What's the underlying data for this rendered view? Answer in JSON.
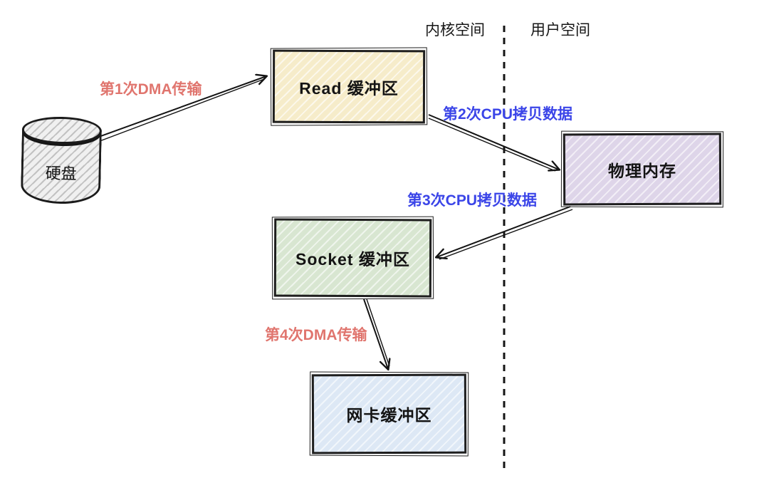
{
  "diagram": {
    "title_implicit": "",
    "regions": {
      "kernel_space": {
        "label": "内核空间"
      },
      "user_space": {
        "label": "用户空间"
      }
    },
    "nodes": {
      "disk": {
        "label": "硬盘",
        "fill": "#f0f0f0"
      },
      "read_buffer": {
        "label": "Read 缓冲区",
        "fill": "#f6ecca"
      },
      "physical_memory": {
        "label": "物理内存",
        "fill": "#ded5e9"
      },
      "socket_buffer": {
        "label": "Socket 缓冲区",
        "fill": "#d8e6d1"
      },
      "nic_buffer": {
        "label": "网卡缓冲区",
        "fill": "#dde8f5"
      }
    },
    "edges": [
      {
        "from": "disk",
        "to": "read_buffer",
        "label": "第1次DMA传输",
        "color": "#e0756e"
      },
      {
        "from": "read_buffer",
        "to": "physical_memory",
        "label": "第2次CPU拷贝数据",
        "color": "#3b45e8"
      },
      {
        "from": "physical_memory",
        "to": "socket_buffer",
        "label": "第3次CPU拷贝数据",
        "color": "#3b45e8"
      },
      {
        "from": "socket_buffer",
        "to": "nic_buffer",
        "label": "第4次DMA传输",
        "color": "#e0756e"
      }
    ],
    "separator": {
      "style": "dashed",
      "orientation": "vertical",
      "color": "#141414"
    },
    "stroke_color": "#141414"
  }
}
